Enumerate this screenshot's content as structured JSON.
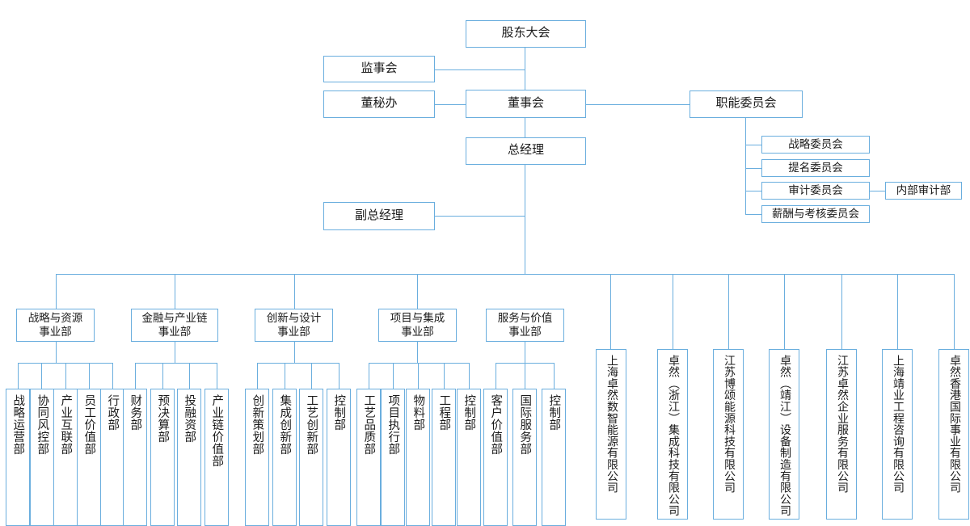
{
  "diagram": {
    "type": "org-chart",
    "title": "",
    "accent_color": "#6aaede",
    "background_color": "#ffffff",
    "text_color": "#1a1a1a"
  },
  "governance": {
    "shareholders_meeting": "股东大会",
    "supervisory_board": "监事会",
    "board_secretary_office": "董秘办",
    "board_of_directors": "董事会",
    "functional_committee": "职能委员会",
    "general_manager": "总经理",
    "deputy_general_manager": "副总经理"
  },
  "committees": [
    {
      "label": "战略委员会"
    },
    {
      "label": "提名委员会"
    },
    {
      "label": "审计委员会"
    },
    {
      "label": "薪酬与考核委员会"
    }
  ],
  "audit_department": "内部审计部",
  "divisions": [
    {
      "name": "战略与资源事业部",
      "name_lines": [
        "战略与资源",
        "事业部"
      ],
      "departments": [
        "战略运营部",
        "协同风控部",
        "产业互联部",
        "员工价值部",
        "行政部"
      ]
    },
    {
      "name": "金融与产业链事业部",
      "name_lines": [
        "金融与产业链",
        "事业部"
      ],
      "departments": [
        "财务部",
        "预决算部",
        "投融资部",
        "产业链价值部"
      ]
    },
    {
      "name": "创新与设计事业部",
      "name_lines": [
        "创新与设计",
        "事业部"
      ],
      "departments": [
        "创新策划部",
        "集成创新部",
        "工艺创新部",
        "控制部"
      ]
    },
    {
      "name": "项目与集成事业部",
      "name_lines": [
        "项目与集成",
        "事业部"
      ],
      "departments": [
        "工艺品质部",
        "项目执行部",
        "物料部",
        "工程部",
        "控制部"
      ]
    },
    {
      "name": "服务与价值事业部",
      "name_lines": [
        "服务与价值",
        "事业部"
      ],
      "departments": [
        "客户价值部",
        "国际服务部",
        "控制部"
      ]
    }
  ],
  "subsidiaries": [
    "上海卓然数智能源有限公司",
    "卓然（浙江）集成科技有限公司",
    "江苏博颂能源科技有限公司",
    "卓然（靖江）设备制造有限公司",
    "江苏卓然企业服务有限公司",
    "上海靖业工程咨询有限公司",
    "卓然香港国际事业有限公司"
  ]
}
